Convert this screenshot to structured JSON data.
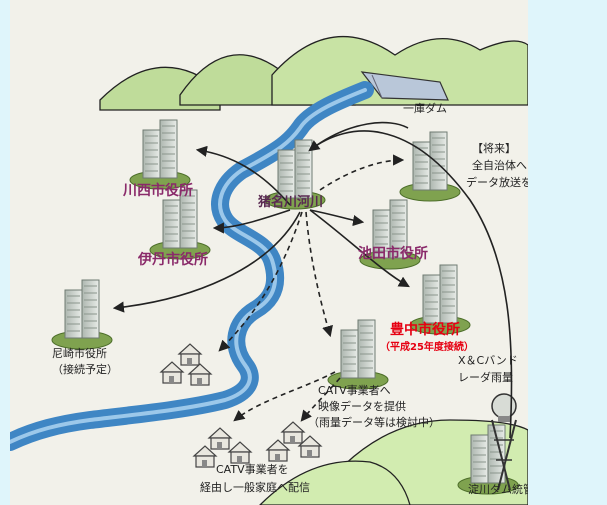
{
  "labels": {
    "dam": "一庫ダム",
    "future_title": "【将来】",
    "future_line1": "全自治体へ",
    "future_line2": "データ放送を配信",
    "center": "猪名川河川",
    "kawanishi": "川西市役所",
    "itami": "伊丹市役所",
    "ikeda": "池田市役所",
    "toyonaka": "豊中市役所",
    "toyonaka_note": "（平成25年度接続）",
    "amagasaki": "尼崎市役所",
    "amagasaki_note": "（接続予定）",
    "radar_line1": "X＆Cバンド",
    "radar_line2": "レーダ雨量",
    "catv_line1": "CATV事業者へ",
    "catv_line2": "映像データを提供",
    "catv_line3": "（雨量データ等は検討中）",
    "home_line1": "CATV事業者を",
    "home_line2": "経由し一般家庭へ配信",
    "yodo": "淀川ダム統管"
  },
  "colors": {
    "background": "#dff5fb",
    "scene": "#f2f1ea",
    "river": "#3f86c4",
    "mountain": "#bfdc9a",
    "accent_red": "#e60012",
    "office_label": "#8a2a6a"
  }
}
